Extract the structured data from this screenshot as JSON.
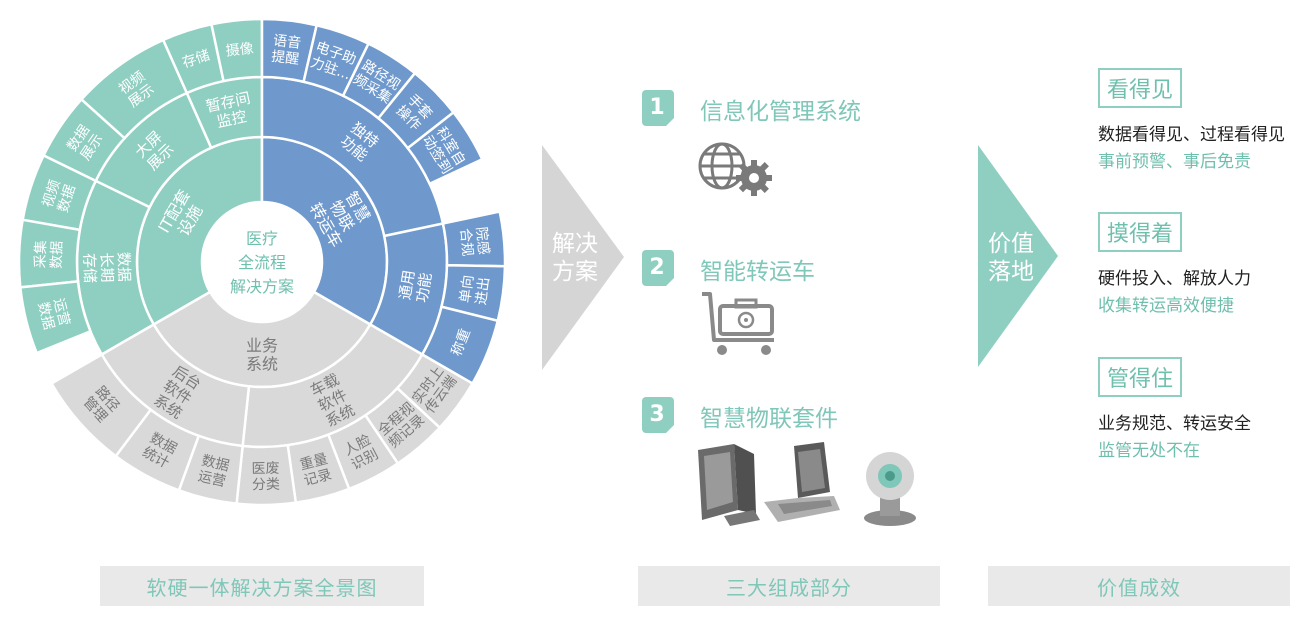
{
  "sunburst": {
    "center": [
      "医疗",
      "全流程",
      "解决方案"
    ],
    "sections": [
      {
        "color": "teal",
        "start": 240,
        "end": 360,
        "label": [
          "IT配套",
          "设施"
        ],
        "mids": [
          {
            "start": 336,
            "end": 360,
            "label": [
              "暂存间",
              "监控"
            ],
            "outers": [
              {
                "start": 336,
                "end": 348,
                "label": [
                  "存储"
                ]
              },
              {
                "start": 348,
                "end": 360,
                "label": [
                  "摄像"
                ]
              }
            ]
          },
          {
            "start": 296,
            "end": 336,
            "label": [
              "大屏",
              "展示"
            ],
            "outers": [
              {
                "start": 312,
                "end": 336,
                "label": [
                  "视频",
                  "展示"
                ]
              },
              {
                "start": 296,
                "end": 312,
                "label": [
                  "数据",
                  "展示"
                ]
              }
            ]
          },
          {
            "start": 240,
            "end": 296,
            "label": [
              "数据",
              "长期",
              "存储"
            ],
            "outers": [
              {
                "start": 280,
                "end": 296,
                "label": [
                  "视频",
                  "数据"
                ]
              },
              {
                "start": 264,
                "end": 280,
                "label": [
                  "采集",
                  "数据"
                ]
              },
              {
                "start": 248,
                "end": 264,
                "label": [
                  "运营",
                  "数据"
                ]
              }
            ]
          }
        ]
      },
      {
        "color": "blue",
        "start": 0,
        "end": 120,
        "label": [
          "智慧",
          "物联",
          "转运车"
        ],
        "mids": [
          {
            "start": 0,
            "end": 78,
            "label": [
              "独特",
              "功能"
            ],
            "outers": [
              {
                "start": 0,
                "end": 13,
                "label": [
                  "语音",
                  "提醒"
                ]
              },
              {
                "start": 13,
                "end": 26,
                "label": [
                  "电子助",
                  "力驻..."
                ]
              },
              {
                "start": 26,
                "end": 39,
                "label": [
                  "路径视",
                  "频采集"
                ]
              },
              {
                "start": 39,
                "end": 52,
                "label": [
                  "手套",
                  "操作"
                ]
              },
              {
                "start": 52,
                "end": 65,
                "label": [
                  "科室自",
                  "动签到"
                ]
              }
            ]
          },
          {
            "start": 78,
            "end": 120,
            "label": [
              "通用",
              "功能"
            ],
            "outers": [
              {
                "start": 78,
                "end": 91,
                "label": [
                  "院感",
                  "合规"
                ]
              },
              {
                "start": 91,
                "end": 104,
                "label": [
                  "单向",
                  "进出"
                ]
              },
              {
                "start": 104,
                "end": 120,
                "label": [
                  "称重"
                ]
              }
            ]
          }
        ]
      },
      {
        "color": "gray",
        "start": 120,
        "end": 240,
        "label": [
          "业务",
          "系统"
        ],
        "mids": [
          {
            "start": 120,
            "end": 186,
            "label": [
              "车载",
              "软件",
              "系统"
            ],
            "outers": [
              {
                "start": 120,
                "end": 133,
                "label": [
                  "实时上",
                  "传云端"
                ]
              },
              {
                "start": 133,
                "end": 146,
                "label": [
                  "全程视",
                  "频记录"
                ]
              },
              {
                "start": 146,
                "end": 159,
                "label": [
                  "人脸",
                  "识别"
                ]
              },
              {
                "start": 159,
                "end": 172,
                "label": [
                  "重量",
                  "记录"
                ]
              },
              {
                "start": 172,
                "end": 186,
                "label": [
                  "医废",
                  "分类"
                ]
              }
            ]
          },
          {
            "start": 186,
            "end": 240,
            "label": [
              "后台",
              "软件",
              "系统"
            ],
            "outers": [
              {
                "start": 186,
                "end": 200,
                "label": [
                  "数据",
                  "运营"
                ]
              },
              {
                "start": 200,
                "end": 217,
                "label": [
                  "数据",
                  "统计"
                ]
              },
              {
                "start": 217,
                "end": 240,
                "label": [
                  "路径",
                  "管理"
                ]
              }
            ]
          }
        ]
      }
    ]
  },
  "captions": [
    "软硬一体解决方案全景图",
    "三大组成部分",
    "价值成效"
  ],
  "chevron1": [
    "解决",
    "方案"
  ],
  "chevron2": [
    "价值",
    "落地"
  ],
  "components": [
    {
      "num": "1",
      "label": "信息化管理系统",
      "icon": "globe-gear-icon"
    },
    {
      "num": "2",
      "label": "智能转运车",
      "icon": "biohazard-cart-icon"
    },
    {
      "num": "3",
      "label": "智慧物联套件",
      "icon": "monitor-laptop-camera-icon"
    }
  ],
  "values": [
    {
      "title": "看得见",
      "line1": "数据看得见、过程看得见",
      "line2": "事前预警、事后免责"
    },
    {
      "title": "摸得着",
      "line1": "硬件投入、解放人力",
      "line2": "收集转运高效便捷"
    },
    {
      "title": "管得住",
      "line1": "业务规范、转运安全",
      "line2": "监管无处不在"
    }
  ],
  "colors": {
    "teal": "#8fcfc2",
    "blue": "#6f99cc",
    "gray": "#d9d9d9",
    "accent": "#7fc7b8",
    "dark_teal": "#6fbfad"
  }
}
